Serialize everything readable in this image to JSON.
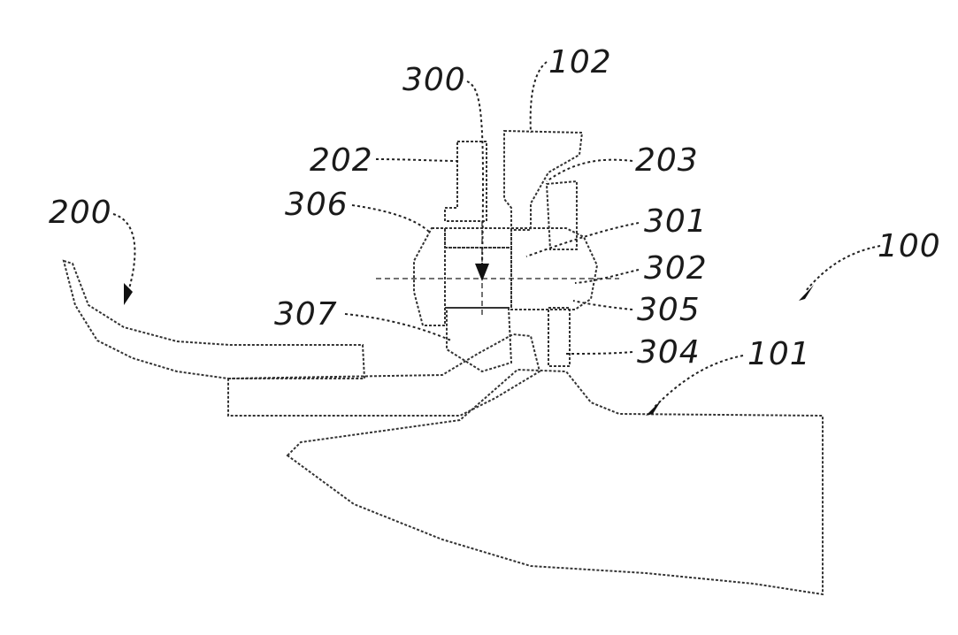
{
  "figure": {
    "labels": {
      "l100": "100",
      "l101": "101",
      "l102": "102",
      "l200": "200",
      "l202": "202",
      "l203": "203",
      "l300": "300",
      "l301": "301",
      "l302": "302",
      "l304": "304",
      "l305": "305",
      "l306": "306",
      "l307": "307"
    }
  }
}
